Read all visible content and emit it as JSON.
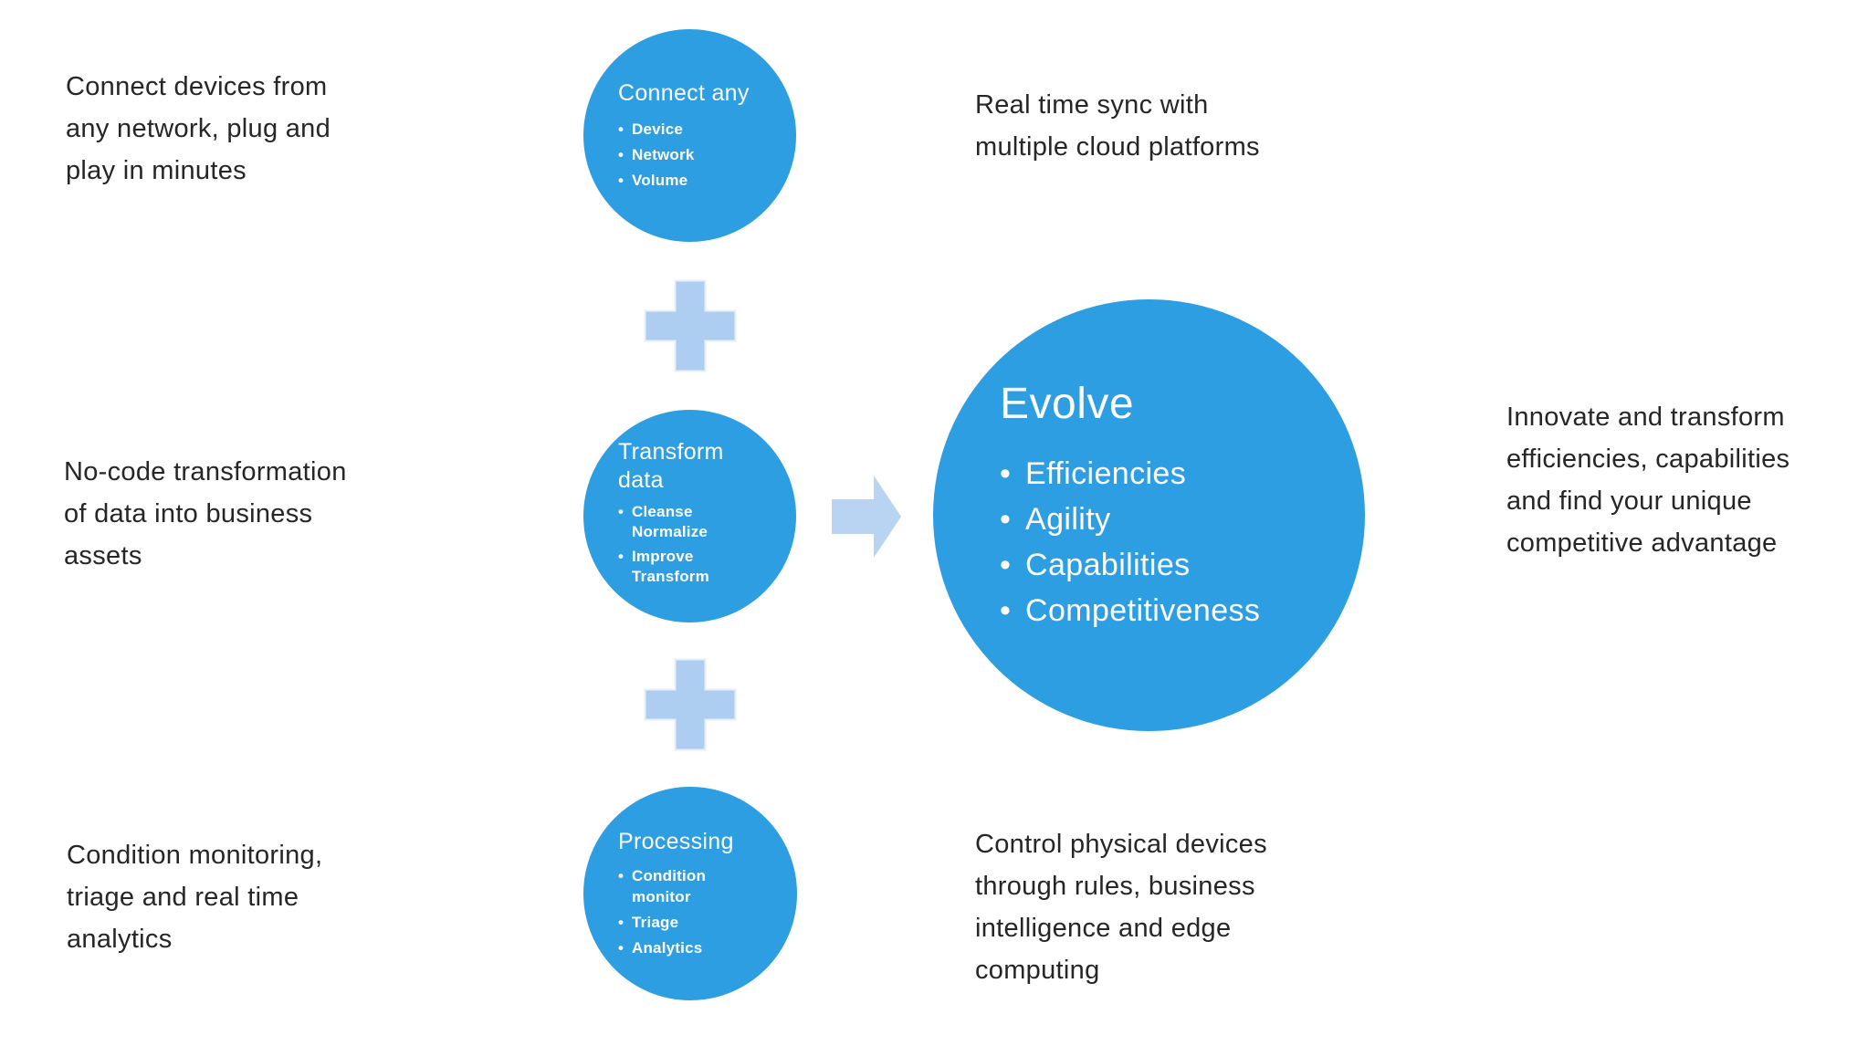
{
  "colors": {
    "circle": "#2E9EE2",
    "plus": "#ADCDF1",
    "arrow": "#B9D3F3",
    "text": "#262626"
  },
  "notes": {
    "top_left": "Connect devices from\nany network, plug and\nplay in minutes",
    "top_right": "Real time sync with\nmultiple cloud platforms",
    "mid_left": "No-code transformation\nof data into business\nassets",
    "right": "Innovate and transform\nefficiencies, capabilities\nand find your unique\ncompetitive advantage",
    "bottom_left": "Condition monitoring,\ntriage and real time\nanalytics",
    "bottom_right": "Control physical devices\nthrough rules, business\nintelligence and edge\ncomputing"
  },
  "circles": {
    "connect": {
      "title": "Connect any",
      "bullets": [
        "Device",
        "Network",
        "Volume"
      ]
    },
    "transform": {
      "title": "Transform\ndata",
      "bullets": [
        "Cleanse\nNormalize",
        "Improve\nTransform"
      ]
    },
    "processing": {
      "title": "Processing",
      "bullets": [
        "Condition\nmonitor",
        "Triage",
        "Analytics"
      ]
    },
    "evolve": {
      "title": "Evolve",
      "bullets": [
        "Efficiencies",
        "Agility",
        "Capabilities",
        "Competitiveness"
      ]
    }
  }
}
